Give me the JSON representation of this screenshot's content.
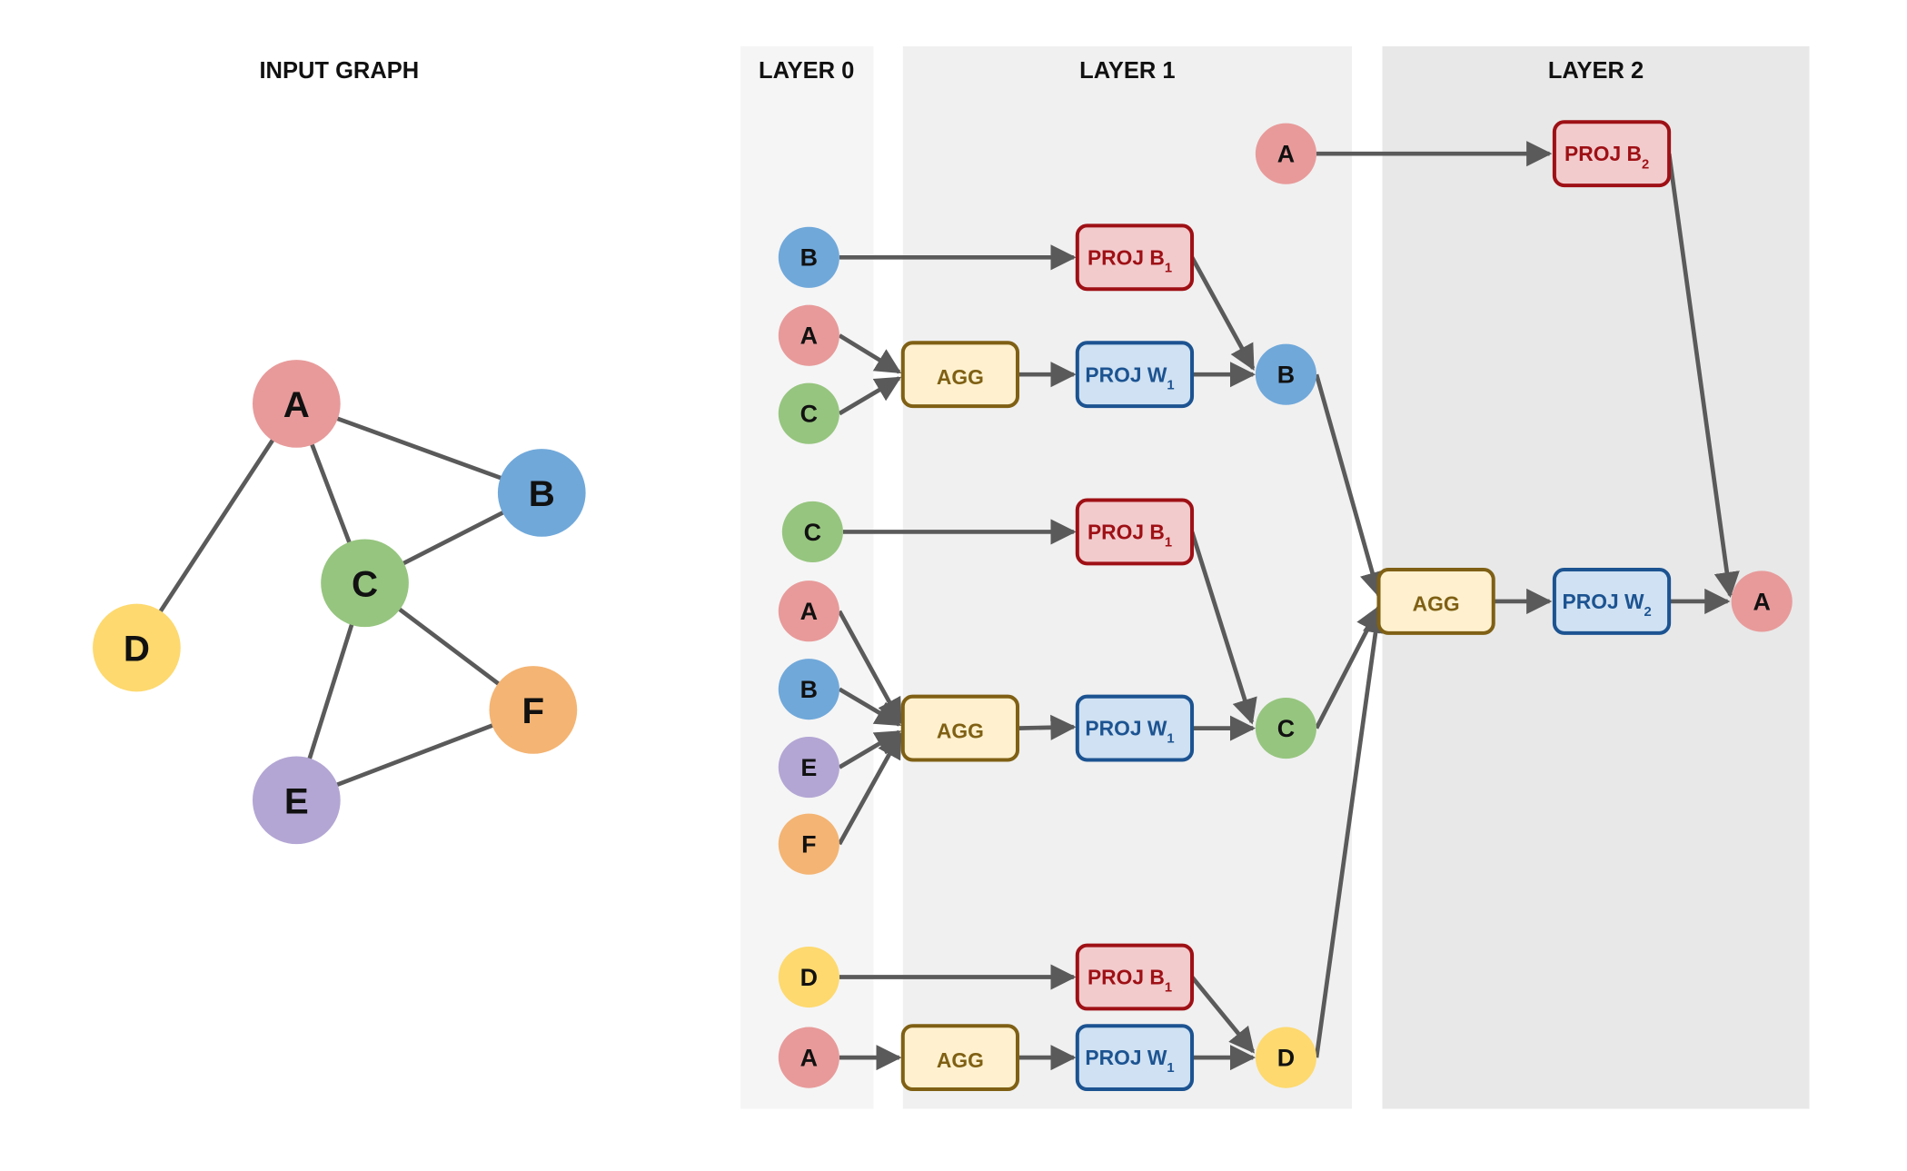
{
  "titles": {
    "input_graph": "INPUT GRAPH",
    "layer0": "LAYER 0",
    "layer1": "LAYER 1",
    "layer2": "LAYER 2"
  },
  "colors": {
    "A": "#e89a9a",
    "B": "#70a8da",
    "C": "#96c57f",
    "D": "#fdd96f",
    "E": "#b3a6d4",
    "F": "#f4b473",
    "edge": "#5a5a5a",
    "agg_fill": "#fff1cf",
    "agg_stroke": "#7f6014",
    "agg_text": "#7f6014",
    "projB_fill": "#f2cbcd",
    "projB_stroke": "#9e1015",
    "projB_text": "#9e1015",
    "projW_fill": "#cfe1f2",
    "projW_stroke": "#1c5391",
    "projW_text": "#1c5391",
    "panel0": "#f5f5f5",
    "panel1": "#f0f0f0",
    "panel2": "#e8e8e8"
  },
  "input_graph": {
    "nodes": [
      {
        "id": "A",
        "label": "A"
      },
      {
        "id": "B",
        "label": "B"
      },
      {
        "id": "C",
        "label": "C"
      },
      {
        "id": "D",
        "label": "D"
      },
      {
        "id": "E",
        "label": "E"
      },
      {
        "id": "F",
        "label": "F"
      }
    ],
    "edges": [
      [
        "A",
        "B"
      ],
      [
        "A",
        "C"
      ],
      [
        "A",
        "D"
      ],
      [
        "C",
        "B"
      ],
      [
        "C",
        "E"
      ],
      [
        "C",
        "F"
      ],
      [
        "E",
        "F"
      ]
    ]
  },
  "boxes": {
    "agg": "AGG",
    "proj_b": "PROJ B",
    "proj_w": "PROJ W",
    "sub1": "1",
    "sub2": "2"
  },
  "computation_graph": {
    "layer0_nodes": [
      "B",
      "A",
      "C",
      "C",
      "A",
      "B",
      "E",
      "F",
      "D",
      "A"
    ],
    "layer1_nodes": [
      "A",
      "B",
      "C",
      "D"
    ],
    "layer2_nodes": [
      "A"
    ],
    "layer1_blocks": [
      {
        "target": "B",
        "self": "B",
        "neighbors": [
          "A",
          "C"
        ]
      },
      {
        "target": "C",
        "self": "C",
        "neighbors": [
          "A",
          "B",
          "E",
          "F"
        ]
      },
      {
        "target": "D",
        "self": "D",
        "neighbors": [
          "A"
        ]
      }
    ],
    "layer2_block": {
      "target": "A",
      "self": "A",
      "neighbors": [
        "B",
        "C",
        "D"
      ]
    }
  }
}
